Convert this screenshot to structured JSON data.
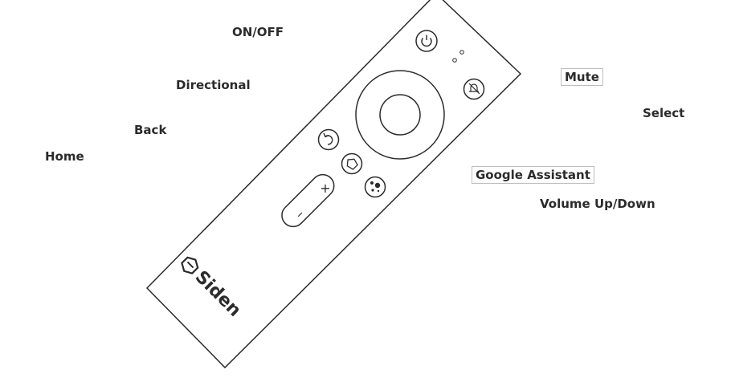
{
  "labels": {
    "on_off": "ON/OFF",
    "directional": "Directional",
    "back": "Back",
    "home": "Home",
    "mute": "Mute",
    "select": "Select",
    "google_assistant": "Google Assistant",
    "volume": "Volume Up/Down"
  },
  "brand": {
    "name": "Siden"
  },
  "buttons": {
    "volume_up_symbol": "+",
    "volume_down_symbol": "–"
  },
  "colors": {
    "line_pink": "#d42a86",
    "line_orange": "#f08a2a",
    "outline": "#2b2b2b"
  }
}
